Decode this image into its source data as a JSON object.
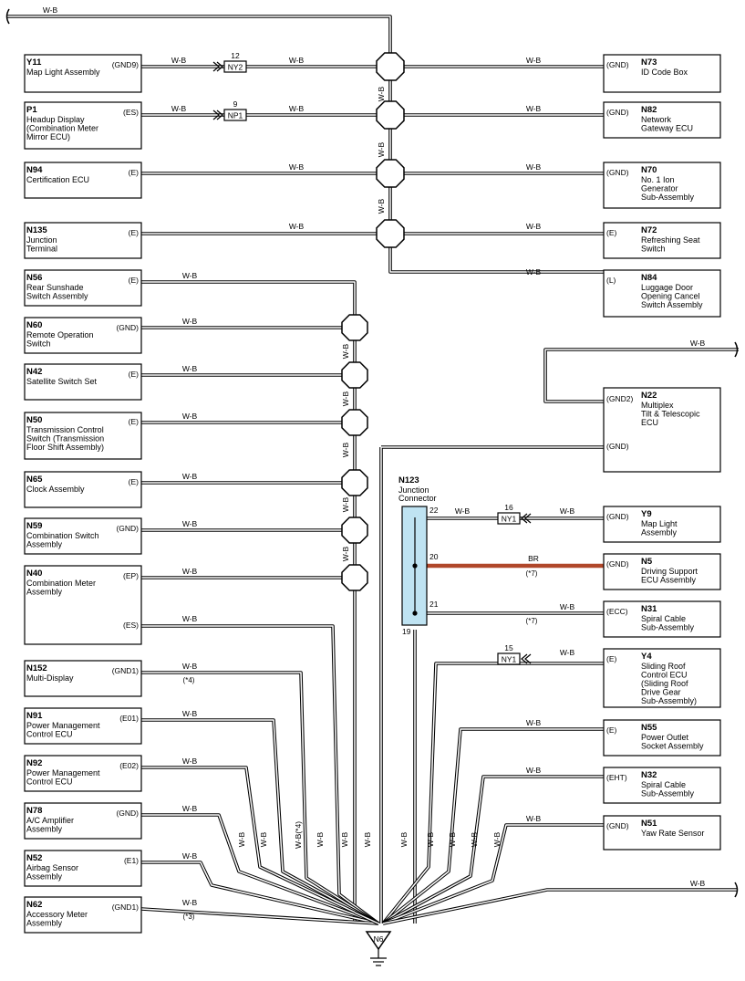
{
  "left_components": [
    {
      "code": "Y11",
      "name": [
        "Map Light Assembly"
      ],
      "pin": "(GND9)"
    },
    {
      "code": "P1",
      "name": [
        "Headup Display",
        "(Combination Meter",
        "Mirror ECU)"
      ],
      "pin": "(ES)"
    },
    {
      "code": "N94",
      "name": [
        "Certification ECU"
      ],
      "pin": "(E)"
    },
    {
      "code": "N135",
      "name": [
        "Junction",
        "Terminal"
      ],
      "pin": "(E)"
    },
    {
      "code": "N56",
      "name": [
        "Rear Sunshade",
        "Switch Assembly"
      ],
      "pin": "(E)"
    },
    {
      "code": "N60",
      "name": [
        "Remote Operation",
        "Switch"
      ],
      "pin": "(GND)"
    },
    {
      "code": "N42",
      "name": [
        "Satellite Switch Set"
      ],
      "pin": "(E)"
    },
    {
      "code": "N50",
      "name": [
        "Transmission Control",
        "Switch (Transmission",
        "Floor Shift Assembly)"
      ],
      "pin": "(E)"
    },
    {
      "code": "N65",
      "name": [
        "Clock Assembly"
      ],
      "pin": "(E)"
    },
    {
      "code": "N59",
      "name": [
        "Combination Switch",
        "Assembly"
      ],
      "pin": "(GND)"
    },
    {
      "code": "N40",
      "name": [
        "Combination Meter",
        "Assembly"
      ],
      "pin": "(EP)",
      "pin2": "(ES)"
    },
    {
      "code": "N152",
      "name": [
        "Multi-Display"
      ],
      "pin": "(GND1)"
    },
    {
      "code": "N91",
      "name": [
        "Power Management",
        "Control ECU"
      ],
      "pin": "(E01)"
    },
    {
      "code": "N92",
      "name": [
        "Power Management",
        "Control ECU"
      ],
      "pin": "(E02)"
    },
    {
      "code": "N78",
      "name": [
        "A/C Amplifier",
        "Assembly"
      ],
      "pin": "(GND)"
    },
    {
      "code": "N52",
      "name": [
        "Airbag Sensor",
        "Assembly"
      ],
      "pin": "(E1)"
    },
    {
      "code": "N62",
      "name": [
        "Accessory Meter",
        "Assembly"
      ],
      "pin": "(GND1)"
    }
  ],
  "right_components": [
    {
      "code": "N73",
      "name": [
        "ID Code Box"
      ],
      "pin": "(GND)"
    },
    {
      "code": "N82",
      "name": [
        "Network",
        "Gateway ECU"
      ],
      "pin": "(GND)"
    },
    {
      "code": "N70",
      "name": [
        "No. 1 Ion",
        "Generator",
        "Sub-Assembly"
      ],
      "pin": "(GND)"
    },
    {
      "code": "N72",
      "name": [
        "Refreshing Seat",
        "Switch"
      ],
      "pin": "(E)"
    },
    {
      "code": "N84",
      "name": [
        "Luggage Door",
        "Opening Cancel",
        "Switch Assembly"
      ],
      "pin": "(L)"
    },
    {
      "code": "N22",
      "name": [
        "Multiplex",
        "Tilt & Telescopic",
        "ECU"
      ],
      "pin": "(GND2)",
      "pin2": "(GND)"
    },
    {
      "code": "Y9",
      "name": [
        "Map Light",
        "Assembly"
      ],
      "pin": "(GND)"
    },
    {
      "code": "N5",
      "name": [
        "Driving Support",
        "ECU Assembly"
      ],
      "pin": "(GND)"
    },
    {
      "code": "N31",
      "name": [
        "Spiral Cable",
        "Sub-Assembly"
      ],
      "pin": "(ECC)"
    },
    {
      "code": "Y4",
      "name": [
        "Sliding Roof",
        "Control ECU",
        "(Sliding Roof",
        "Drive Gear",
        "Sub-Assembly)"
      ],
      "pin": "(E)"
    },
    {
      "code": "N55",
      "name": [
        "Power Outlet",
        "Socket Assembly"
      ],
      "pin": "(E)"
    },
    {
      "code": "N32",
      "name": [
        "Spiral Cable",
        "Sub-Assembly"
      ],
      "pin": "(EHT)"
    },
    {
      "code": "N51",
      "name": [
        "Yaw Rate Sensor"
      ],
      "pin": "(GND)"
    }
  ],
  "junction_connector": {
    "code": "N123",
    "name": [
      "Junction",
      "Connector"
    ],
    "pins": [
      "22",
      "20",
      "21",
      "19"
    ]
  },
  "inline_connectors": [
    {
      "label": "NY2",
      "pin": "12"
    },
    {
      "label": "NP1",
      "pin": "9"
    },
    {
      "label": "NY1",
      "pin": "16"
    },
    {
      "label": "NY1",
      "pin": "15"
    }
  ],
  "wire_color": "W-B",
  "wire_color_br": "BR",
  "wire_color_note": "W-B(*4)",
  "notes": {
    "n7": "(*7)",
    "n4": "(*4)",
    "n3": "(*3)"
  },
  "ground": {
    "label": "N6"
  },
  "colors": {
    "br_wire": "#b0472a",
    "junction_fill": "#bfe3f2",
    "stroke": "#000000"
  }
}
